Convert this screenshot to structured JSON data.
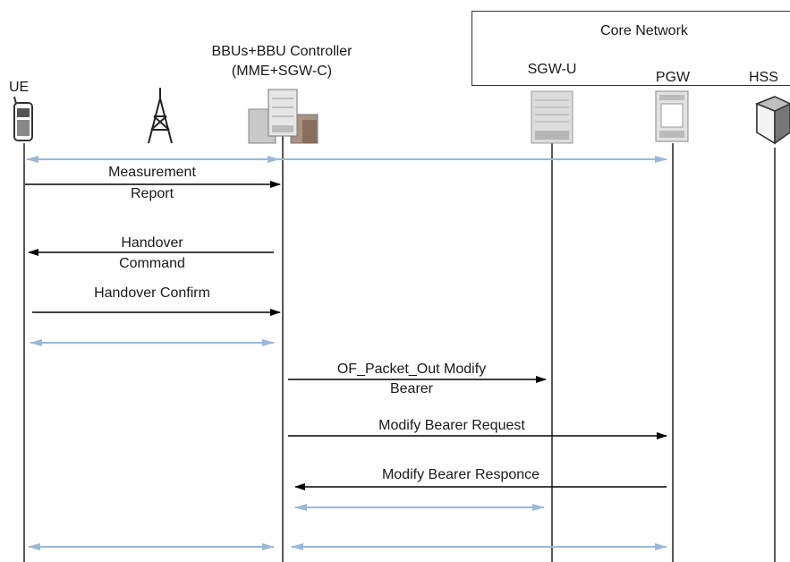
{
  "core_network": {
    "label": "Core Network"
  },
  "entities": [
    {
      "id": "ue",
      "label": "UE",
      "icon": "phone-icon"
    },
    {
      "id": "enb",
      "label": "",
      "icon": "antenna-tower-icon"
    },
    {
      "id": "bbu",
      "label": "BBUs+BBU Controller",
      "sublabel": "(MME+SGW-C)",
      "icon": "server-rack-icon"
    },
    {
      "id": "sgwu",
      "label": "SGW-U",
      "icon": "server-icon"
    },
    {
      "id": "pgw",
      "label": "PGW",
      "icon": "server-icon"
    },
    {
      "id": "hss",
      "label": "HSS",
      "icon": "database-cube-icon"
    }
  ],
  "messages": [
    {
      "id": "measurement-report",
      "line1": "Measurement",
      "line2": "Report"
    },
    {
      "id": "handover-command",
      "line1": "Handover",
      "line2": "Command"
    },
    {
      "id": "handover-confirm",
      "line1": "Handover Confirm",
      "line2": ""
    },
    {
      "id": "of-packet-out",
      "line1": "OF_Packet_Out Modify",
      "line2": "Bearer"
    },
    {
      "id": "modify-bearer-req",
      "line1": "Modify Bearer  Request",
      "line2": ""
    },
    {
      "id": "modify-bearer-resp",
      "line1": "Modify Bearer Responce",
      "line2": ""
    }
  ],
  "colors": {
    "message_arrow": "#000000",
    "data_path": "#9ab8d8",
    "lifeline": "#222222"
  }
}
